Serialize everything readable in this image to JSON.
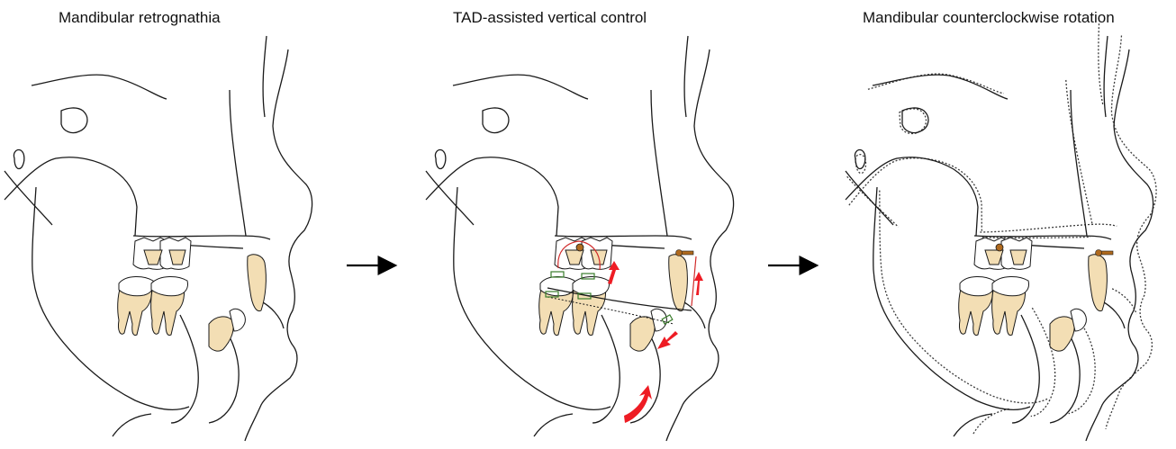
{
  "panels": [
    {
      "title": "Mandibular retrognathia"
    },
    {
      "title": "TAD-assisted vertical control"
    },
    {
      "title": "Mandibular counterclockwise rotation"
    }
  ],
  "colors": {
    "outline": "#1a1a1a",
    "tooth_fill": "#f3deb4",
    "force_arrow": "#ee1c24",
    "elastic_chain": "#d02a2a",
    "attachment": "#3a7d2c",
    "tad_screw": "#b06a1e",
    "transition_arrow": "#000000"
  },
  "icons": [
    "arrow-right-icon",
    "tad-screw-icon",
    "force-arrow-icon",
    "rotation-arrow-icon"
  ]
}
